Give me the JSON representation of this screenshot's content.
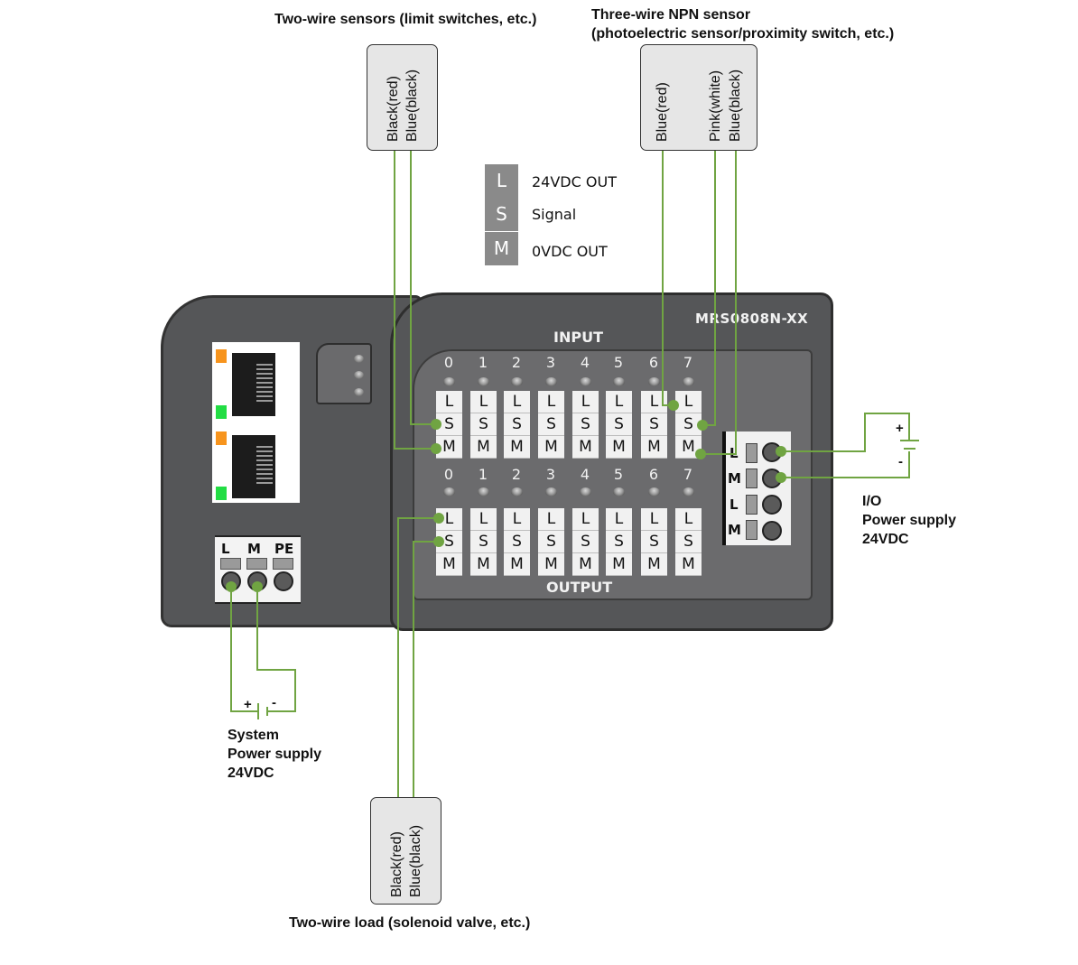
{
  "titles": {
    "two_wire_sensors": "Two-wire sensors (limit switches, etc.)",
    "three_wire_line1": "Three-wire NPN sensor",
    "three_wire_line2": "(photoelectric sensor/proximity switch, etc.)",
    "two_wire_load": "Two-wire load (solenoid valve, etc.)"
  },
  "sensors": {
    "two_wire_sensor": {
      "wires": [
        "Black(red)",
        "Blue(black)"
      ]
    },
    "three_wire_sensor": {
      "wires": [
        "Blue(red)",
        "Pink(white)",
        "Blue(black)"
      ]
    },
    "two_wire_load": {
      "wires": [
        "Black(red)",
        "Blue(black)"
      ]
    }
  },
  "legend": [
    {
      "key": "L",
      "text": "24VDC OUT"
    },
    {
      "key": "S",
      "text": "Signal"
    },
    {
      "key": "M",
      "text": "0VDC OUT"
    }
  ],
  "device": {
    "model": "MRS0808N-XX",
    "input_label": "INPUT",
    "output_label": "OUTPUT",
    "channels": [
      "0",
      "1",
      "2",
      "3",
      "4",
      "5",
      "6",
      "7"
    ],
    "terminal_rows": [
      "L",
      "S",
      "M"
    ],
    "system_power_terminals": [
      "L",
      "M",
      "PE"
    ],
    "io_power_terminals": [
      "L",
      "M",
      "L",
      "M"
    ]
  },
  "power_supplies": {
    "io": {
      "lines": [
        "I/O",
        "Power supply",
        "24VDC"
      ],
      "plus": "+",
      "minus": "-"
    },
    "system": {
      "lines": [
        "System",
        "Power supply",
        "24VDC"
      ],
      "plus": "+",
      "minus": "-"
    }
  },
  "colors": {
    "wire": "#70a442",
    "device_body": "#555658",
    "panel": "#6b6b6d",
    "legend_key": "#8a8a8a",
    "eth_led_orange": "#f7941d",
    "eth_led_green": "#22dd44"
  }
}
